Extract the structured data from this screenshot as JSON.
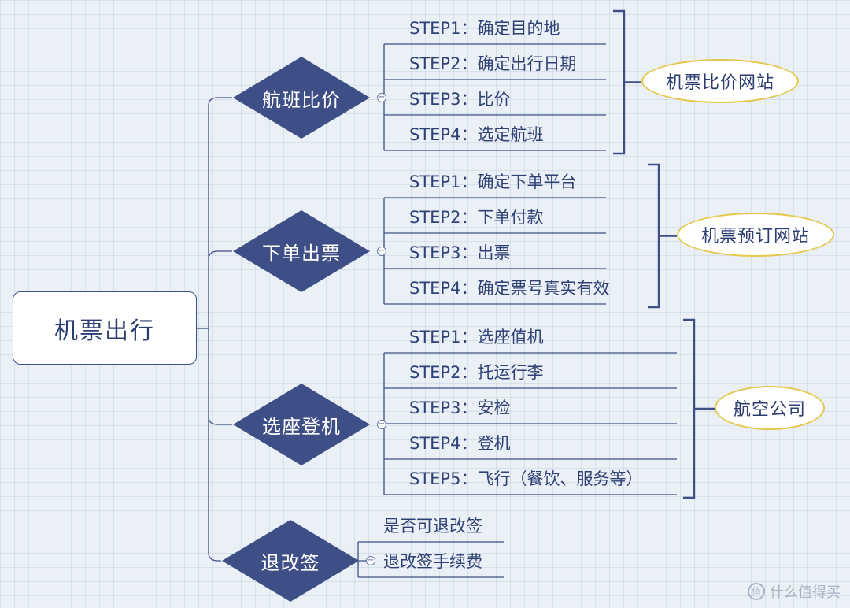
{
  "root": {
    "label": "机票出行"
  },
  "branches": [
    {
      "label": "航班比价",
      "steps": [
        "STEP1：确定目的地",
        "STEP2：确定出行日期",
        "STEP3：比价",
        "STEP4：选定航班"
      ],
      "summary": "机票比价网站"
    },
    {
      "label": "下单出票",
      "steps": [
        "STEP1：确定下单平台",
        "STEP2：下单付款",
        "STEP3：出票",
        "STEP4：确定票号真实有效"
      ],
      "summary": "机票预订网站"
    },
    {
      "label": "选座登机",
      "steps": [
        "STEP1：选座值机",
        "STEP2：托运行李",
        "STEP3：安检",
        "STEP4：登机",
        "STEP5：飞行（餐饮、服务等）"
      ],
      "summary": "航空公司"
    },
    {
      "label": "退改签",
      "steps": [
        "是否可退改签",
        "退改签手续费"
      ]
    }
  ],
  "collapse_symbol": "−",
  "watermark": {
    "icon_text": "值",
    "text": "什么值得买"
  },
  "colors": {
    "diamond_fill": "#3d4f86",
    "summary_border": "#e4c84b",
    "line": "#3d4f86",
    "text": "#2f4275"
  }
}
